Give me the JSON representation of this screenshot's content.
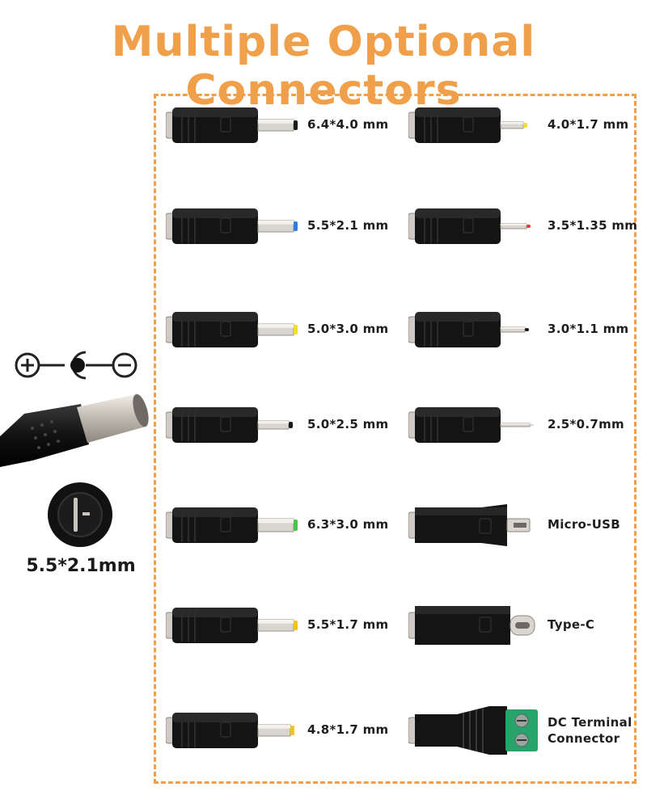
{
  "title": "Multiple Optional Connectors",
  "colors": {
    "title": "#f0a04b",
    "frame": "#f0a04b",
    "plug_body": "#111111",
    "metal": "#d9d5cf"
  },
  "polarity": {
    "plus_icon": "plus-symbol",
    "center_icon": "center-positive-symbol",
    "minus_icon": "minus-symbol"
  },
  "main_plug": {
    "size_label": "5.5*2.1mm"
  },
  "left_column": [
    {
      "label": "6.4*4.0 mm",
      "tip_color": "#1a1a1a"
    },
    {
      "label": "5.5*2.1 mm",
      "tip_color": "#2f7de1"
    },
    {
      "label": "5.0*3.0 mm",
      "tip_color": "#f2dd2a"
    },
    {
      "label": "5.0*2.5 mm",
      "tip_color": "#1a1a1a"
    },
    {
      "label": "6.3*3.0 mm",
      "tip_color": "#4cc34c"
    },
    {
      "label": "5.5*1.7 mm",
      "tip_color": "#f2c21f"
    },
    {
      "label": "4.8*1.7 mm",
      "tip_color": "#f2c21f"
    }
  ],
  "right_column": [
    {
      "label": "4.0*1.7 mm",
      "tip_color": "#f2dd2a"
    },
    {
      "label": "3.5*1.35 mm",
      "tip_color": "#e53935"
    },
    {
      "label": "3.0*1.1 mm",
      "tip_color": "#1a1a1a"
    },
    {
      "label": "2.5*0.7mm",
      "tip_color": "#d9d5cf"
    },
    {
      "label": "Micro-USB"
    },
    {
      "label": "Type-C"
    },
    {
      "label_line1": "DC Terminal",
      "label_line2": "Connector",
      "terminal_color": "#27a36b"
    }
  ]
}
